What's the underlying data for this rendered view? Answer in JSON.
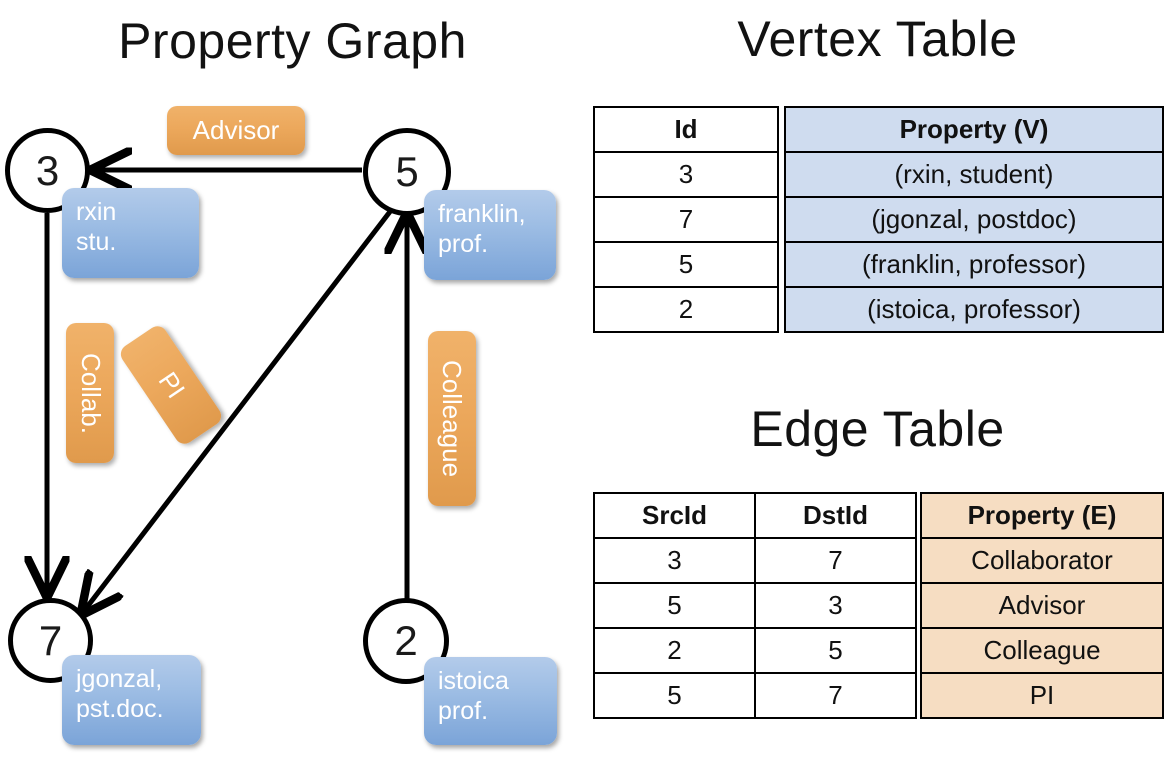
{
  "headings": {
    "property_graph": "Property Graph",
    "vertex_table": "Vertex Table",
    "edge_table": "Edge Table"
  },
  "graph": {
    "nodes": [
      {
        "id": "3",
        "label": "3",
        "property_lines": [
          "rxin",
          "stu."
        ]
      },
      {
        "id": "5",
        "label": "5",
        "property_lines": [
          "franklin,",
          "prof."
        ]
      },
      {
        "id": "7",
        "label": "7",
        "property_lines": [
          "jgonzal,",
          "pst.doc."
        ]
      },
      {
        "id": "2",
        "label": "2",
        "property_lines": [
          "istoica",
          "prof."
        ]
      }
    ],
    "edge_labels": [
      {
        "name": "advisor",
        "text": "Advisor"
      },
      {
        "name": "collab",
        "text": "Collab."
      },
      {
        "name": "pi",
        "text": "PI"
      },
      {
        "name": "colleague",
        "text": "Colleague"
      }
    ]
  },
  "vertex_table": {
    "headers": [
      "Id",
      "Property (V)"
    ],
    "rows": [
      [
        "3",
        "(rxin, student)"
      ],
      [
        "7",
        "(jgonzal, postdoc)"
      ],
      [
        "5",
        "(franklin, professor)"
      ],
      [
        "2",
        "(istoica, professor)"
      ]
    ]
  },
  "edge_table": {
    "headers": [
      "SrcId",
      "DstId",
      "Property (E)"
    ],
    "rows": [
      [
        "3",
        "7",
        "Collaborator"
      ],
      [
        "5",
        "3",
        "Advisor"
      ],
      [
        "2",
        "5",
        "Colleague"
      ],
      [
        "5",
        "7",
        "PI"
      ]
    ]
  },
  "colors": {
    "vertex_property_fill": "#cfdcef",
    "edge_property_fill": "#f6ddc2",
    "vertex_badge": "#9dbde4",
    "edge_badge": "#eca85c",
    "stroke": "#000000"
  }
}
